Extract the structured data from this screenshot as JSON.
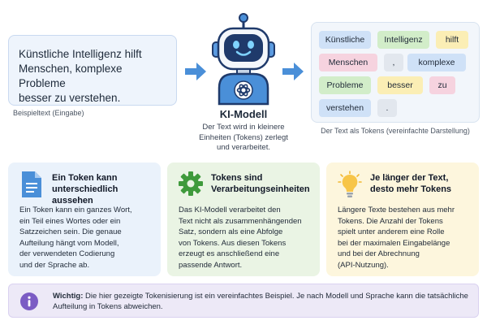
{
  "input": {
    "text_lines": [
      "Künstliche Intelligenz hilft",
      "Menschen, komplexe Probleme",
      "besser zu verstehen."
    ],
    "caption": "Beispieltext (Eingabe)"
  },
  "model": {
    "title": "KI-Modell",
    "description_lines": [
      "Der Text wird in kleinere",
      "Einheiten (Tokens) zerlegt",
      "und verarbeitet."
    ]
  },
  "tokens": {
    "items": [
      {
        "text": "Künstliche",
        "color": "blue"
      },
      {
        "text": "Intelligenz",
        "color": "green"
      },
      {
        "text": "hilft",
        "color": "yellow"
      },
      {
        "text": "Menschen",
        "color": "pink"
      },
      {
        "text": ",",
        "color": "grey"
      },
      {
        "text": "komplexe",
        "color": "blue"
      },
      {
        "text": "Probleme",
        "color": "green"
      },
      {
        "text": "besser",
        "color": "yellow"
      },
      {
        "text": "zu",
        "color": "pink"
      },
      {
        "text": "verstehen",
        "color": "blue"
      },
      {
        "text": ".",
        "color": "grey"
      }
    ],
    "caption": "Der Text als Tokens (vereinfachte Darstellung)"
  },
  "cards": [
    {
      "icon": "document-icon",
      "title_lines": [
        "Ein Token kann",
        "unterschiedlich aussehen"
      ],
      "body_lines": [
        "Ein Token kann ein ganzes Wort,",
        "ein Teil eines Wortes oder ein",
        "Satzzeichen sein. Die genaue",
        "Aufteilung hängt vom Modell,",
        "der verwendeten Codierung",
        "und der Sprache ab."
      ]
    },
    {
      "icon": "gear-icon",
      "title_lines": [
        "Tokens sind",
        "Verarbeitungseinheiten"
      ],
      "body_lines": [
        "Das KI-Modell verarbeitet den",
        "Text nicht als zusammenhängenden",
        "Satz, sondern als eine Abfolge",
        "von Tokens. Aus diesen Tokens",
        "erzeugt es anschließend eine",
        "passende Antwort."
      ]
    },
    {
      "icon": "lightbulb-icon",
      "title_lines": [
        "Je länger der Text,",
        "desto mehr Tokens"
      ],
      "body_lines": [
        "Längere Texte bestehen aus mehr",
        "Tokens. Die Anzahl der Tokens",
        "spielt unter anderem eine Rolle",
        "bei der maximalen Eingabelänge",
        "und bei der Abrechnung",
        "(API-Nutzung)."
      ]
    }
  ],
  "note": {
    "label": "Wichtig:",
    "line1": " Die hier gezeigte Tokenisierung ist ein vereinfachtes Beispiel. Je nach Modell und Sprache kann die tatsächliche",
    "line2": "Aufteilung in Tokens abweichen."
  },
  "colors": {
    "accent_blue": "#4a8fd8",
    "card1_bg": "#eaf2fb",
    "card2_bg": "#eaf4e4",
    "card3_bg": "#fdf6dd",
    "note_bg": "#ede9f7",
    "gear_green": "#3f9a3c",
    "bulb_yellow": "#f7c548",
    "info_purple": "#7b5cc4"
  }
}
